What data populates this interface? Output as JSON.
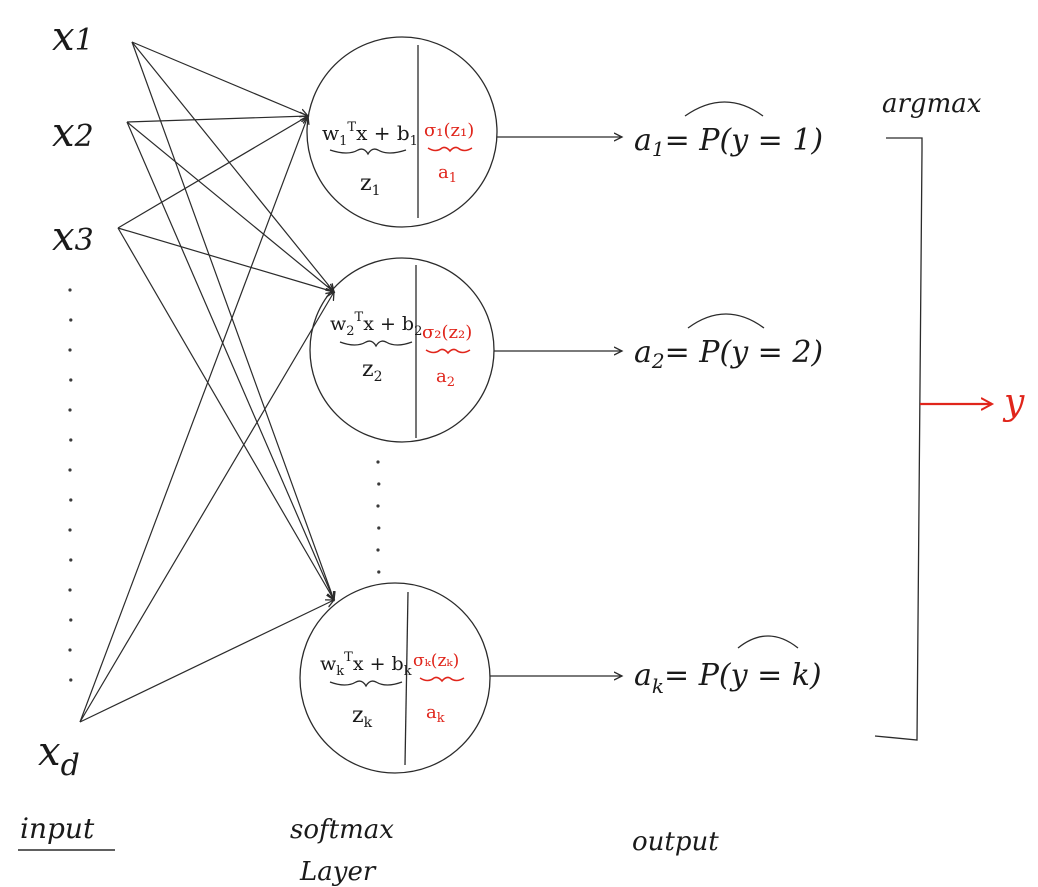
{
  "inputs": [
    {
      "base": "x",
      "sub": "1"
    },
    {
      "base": "x",
      "sub": "2"
    },
    {
      "base": "x",
      "sub": "3"
    },
    {
      "base": "x",
      "sub": "d"
    }
  ],
  "neurons": [
    {
      "lin_pre": "w",
      "lin_sub": "1",
      "lin_sup": "T",
      "lin_rest": "x + b",
      "lin_bsub": "1",
      "z_base": "z",
      "z_sub": "1",
      "act": "σ₁(z₁)",
      "a_base": "a",
      "a_sub": "1"
    },
    {
      "lin_pre": "w",
      "lin_sub": "2",
      "lin_sup": "T",
      "lin_rest": "x + b",
      "lin_bsub": "2",
      "z_base": "z",
      "z_sub": "2",
      "act": "σ₂(z₂)",
      "a_base": "a",
      "a_sub": "2"
    },
    {
      "lin_pre": "w",
      "lin_sub": "k",
      "lin_sup": "T",
      "lin_rest": "x + b",
      "lin_bsub": "k",
      "z_base": "z",
      "z_sub": "k",
      "act": "σₖ(zₖ)",
      "a_base": "a",
      "a_sub": "k"
    }
  ],
  "outputs": [
    {
      "a_base": "a",
      "a_sub": "1",
      "eq": "= P(y = 1)"
    },
    {
      "a_base": "a",
      "a_sub": "2",
      "eq": "= P(y = 2)"
    },
    {
      "a_base": "a",
      "a_sub": "k",
      "eq": "= P(y = k)"
    }
  ],
  "labels": {
    "input": "input",
    "softmax_line1": "softmax",
    "softmax_line2": "Layer",
    "output": "output",
    "argmax": "argmax",
    "result": "y"
  },
  "colors": {
    "ink": "#2b2b2b",
    "accent": "#e0251b"
  }
}
